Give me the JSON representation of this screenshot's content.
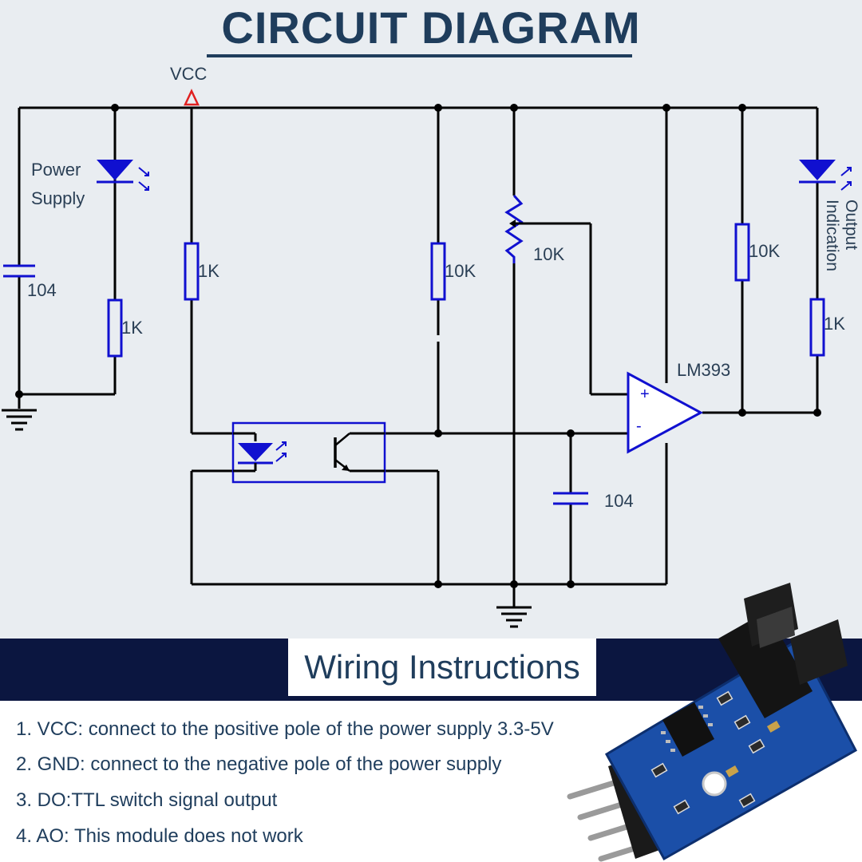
{
  "title": "CIRCUIT DIAGRAM",
  "circuit": {
    "vcc_label": "VCC",
    "power_led_label_line1": "Power",
    "power_led_label_line2": "Supply",
    "cap_left_value": "104",
    "r_power_led": "1K",
    "r_ir_led": "1K",
    "r_collector": "10K",
    "pot_value": "10K",
    "r_pullup": "10K",
    "r_output_led": "1K",
    "comparator": "LM393",
    "plus": "+",
    "minus": "-",
    "cap_filter_value": "104",
    "output_label_line1": "Output",
    "output_label_line2": "Indication"
  },
  "wiring": {
    "heading": "Wiring Instructions",
    "items": [
      "1. VCC: connect to the positive pole of the power supply 3.3-5V",
      "2. GND: connect to the negative pole of the power supply",
      "3. DO:TTL switch signal output",
      "4. AO: This module does not work"
    ]
  },
  "colors": {
    "wire": "#000000",
    "component": "#1010d0",
    "title": "#1f3d5c",
    "band": "#0b1640",
    "vcc_marker": "#e02020"
  }
}
